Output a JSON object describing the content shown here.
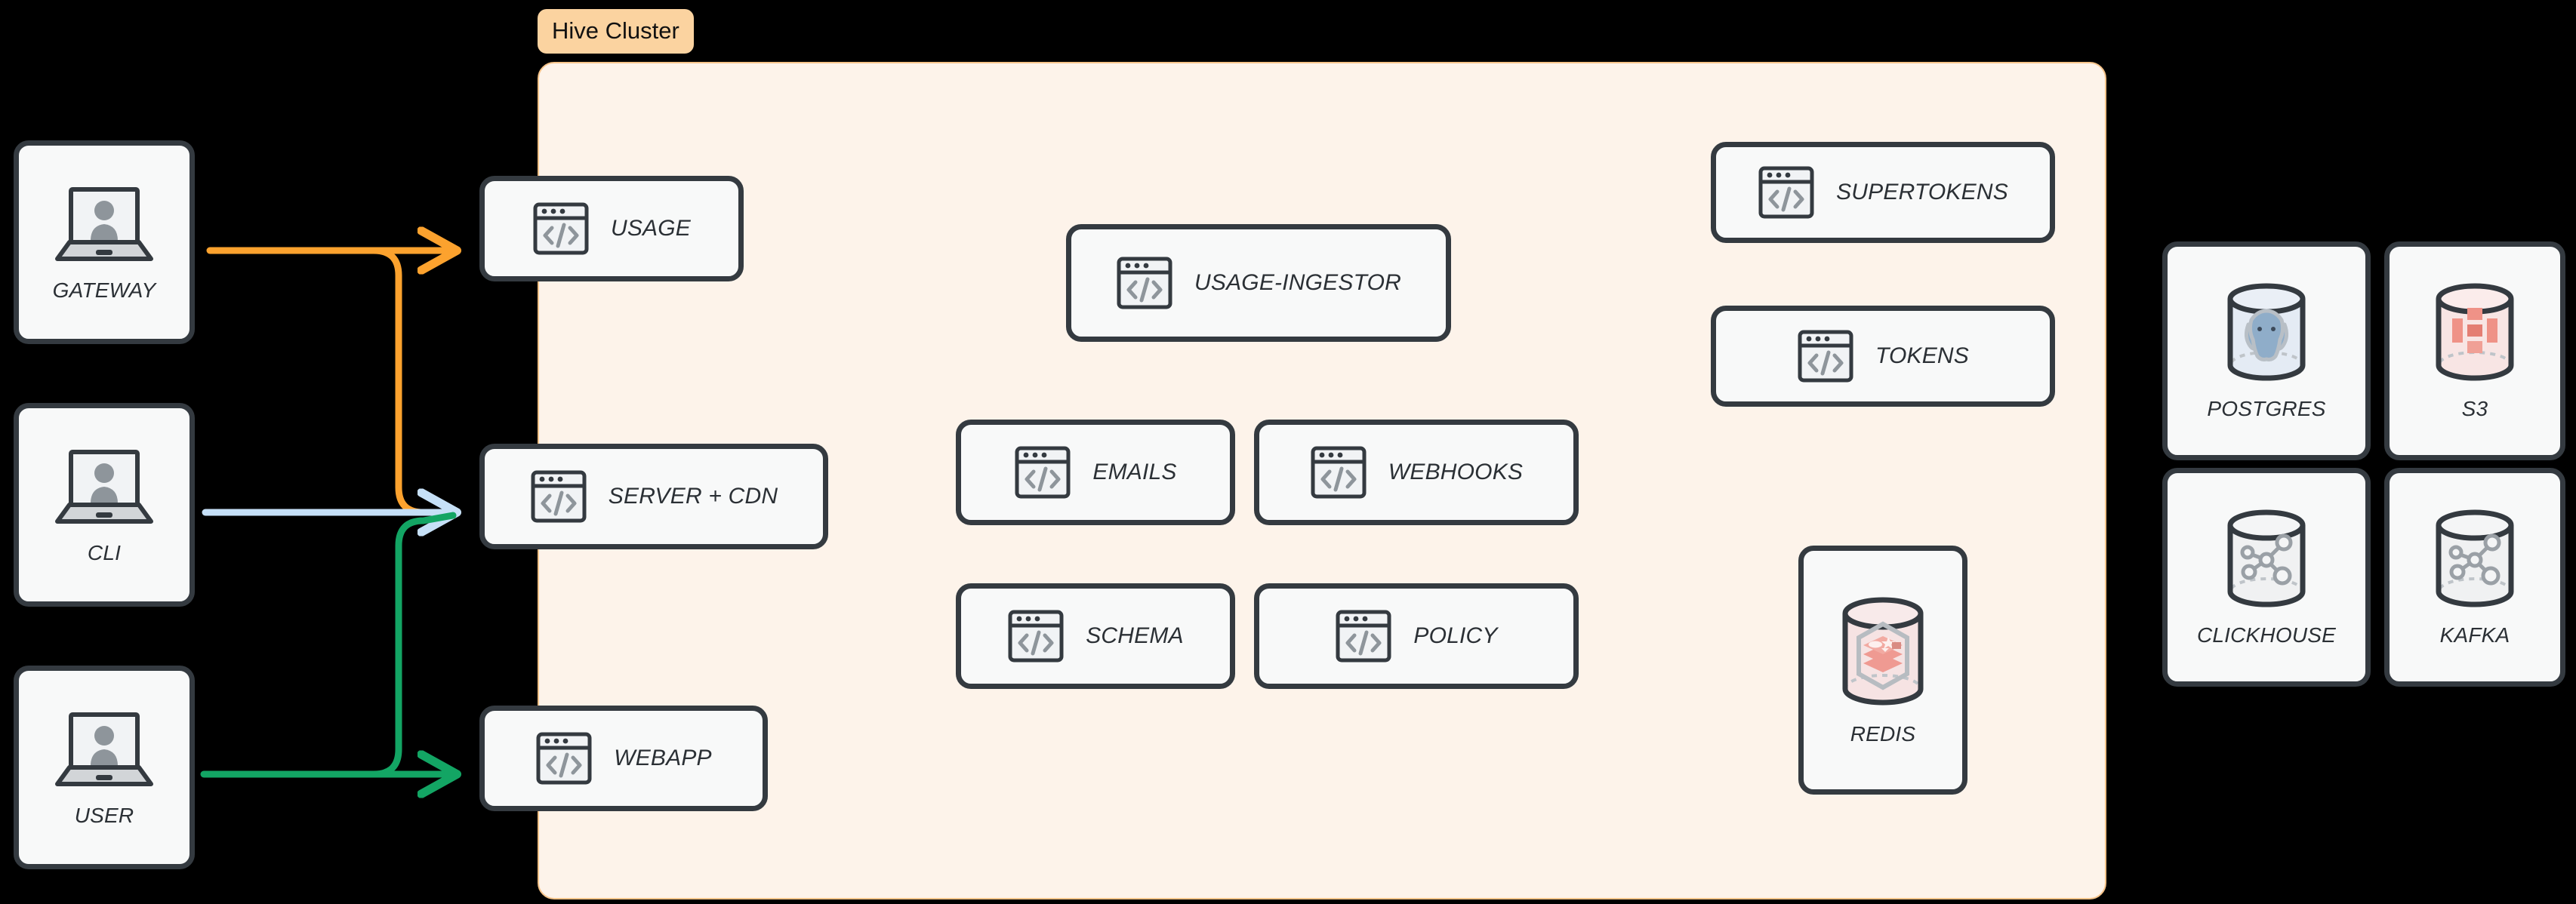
{
  "diagram": {
    "background_color": "#000000",
    "cluster": {
      "label": "Hive Cluster",
      "fill_color": "#fdf3ea",
      "border_color": "#f6c389",
      "label_bg_color": "#fbd3a0"
    },
    "node_style": {
      "fill_color": "#f8f9f9",
      "border_color": "#343a40"
    }
  },
  "clients": [
    {
      "label": "GATEWAY",
      "icon": "laptop-user-icon"
    },
    {
      "label": "CLI",
      "icon": "laptop-user-icon"
    },
    {
      "label": "USER",
      "icon": "laptop-user-icon"
    }
  ],
  "edge_services": [
    {
      "label": "USAGE",
      "icon": "code-window-icon"
    },
    {
      "label": "SERVER + CDN",
      "icon": "code-window-icon"
    },
    {
      "label": "WEBAPP",
      "icon": "code-window-icon"
    }
  ],
  "core_services": [
    {
      "label": "USAGE-INGESTOR",
      "icon": "code-window-icon"
    },
    {
      "label": "EMAILS",
      "icon": "code-window-icon"
    },
    {
      "label": "WEBHOOKS",
      "icon": "code-window-icon"
    },
    {
      "label": "SCHEMA",
      "icon": "code-window-icon"
    },
    {
      "label": "POLICY",
      "icon": "code-window-icon"
    }
  ],
  "auth_services": [
    {
      "label": "SUPERTOKENS",
      "icon": "code-window-icon"
    },
    {
      "label": "TOKENS",
      "icon": "code-window-icon"
    }
  ],
  "cluster_datastores": [
    {
      "label": "REDIS",
      "icon": "database-redis-icon"
    }
  ],
  "external_datastores": [
    {
      "label": "POSTGRES",
      "icon": "database-postgres-icon"
    },
    {
      "label": "S3",
      "icon": "database-s3-icon"
    },
    {
      "label": "CLICKHOUSE",
      "icon": "database-clickhouse-icon"
    },
    {
      "label": "KAFKA",
      "icon": "database-kafka-icon"
    }
  ],
  "connections": [
    {
      "from": "GATEWAY",
      "to": "USAGE",
      "color": "#fba githubfa"
    },
    {
      "from": "GATEWAY",
      "to": "SERVER + CDN",
      "color": "#fca22e"
    },
    {
      "from": "CLI",
      "to": "SERVER + CDN",
      "color": "#c6e0f7"
    },
    {
      "from": "USER",
      "to": "SERVER + CDN",
      "color": "#13a564"
    },
    {
      "from": "USER",
      "to": "WEBAPP",
      "color": "#13a564"
    }
  ],
  "edge_colors": {
    "gateway": "#fca22e",
    "cli": "#c6e0f7",
    "user": "#13a564"
  }
}
